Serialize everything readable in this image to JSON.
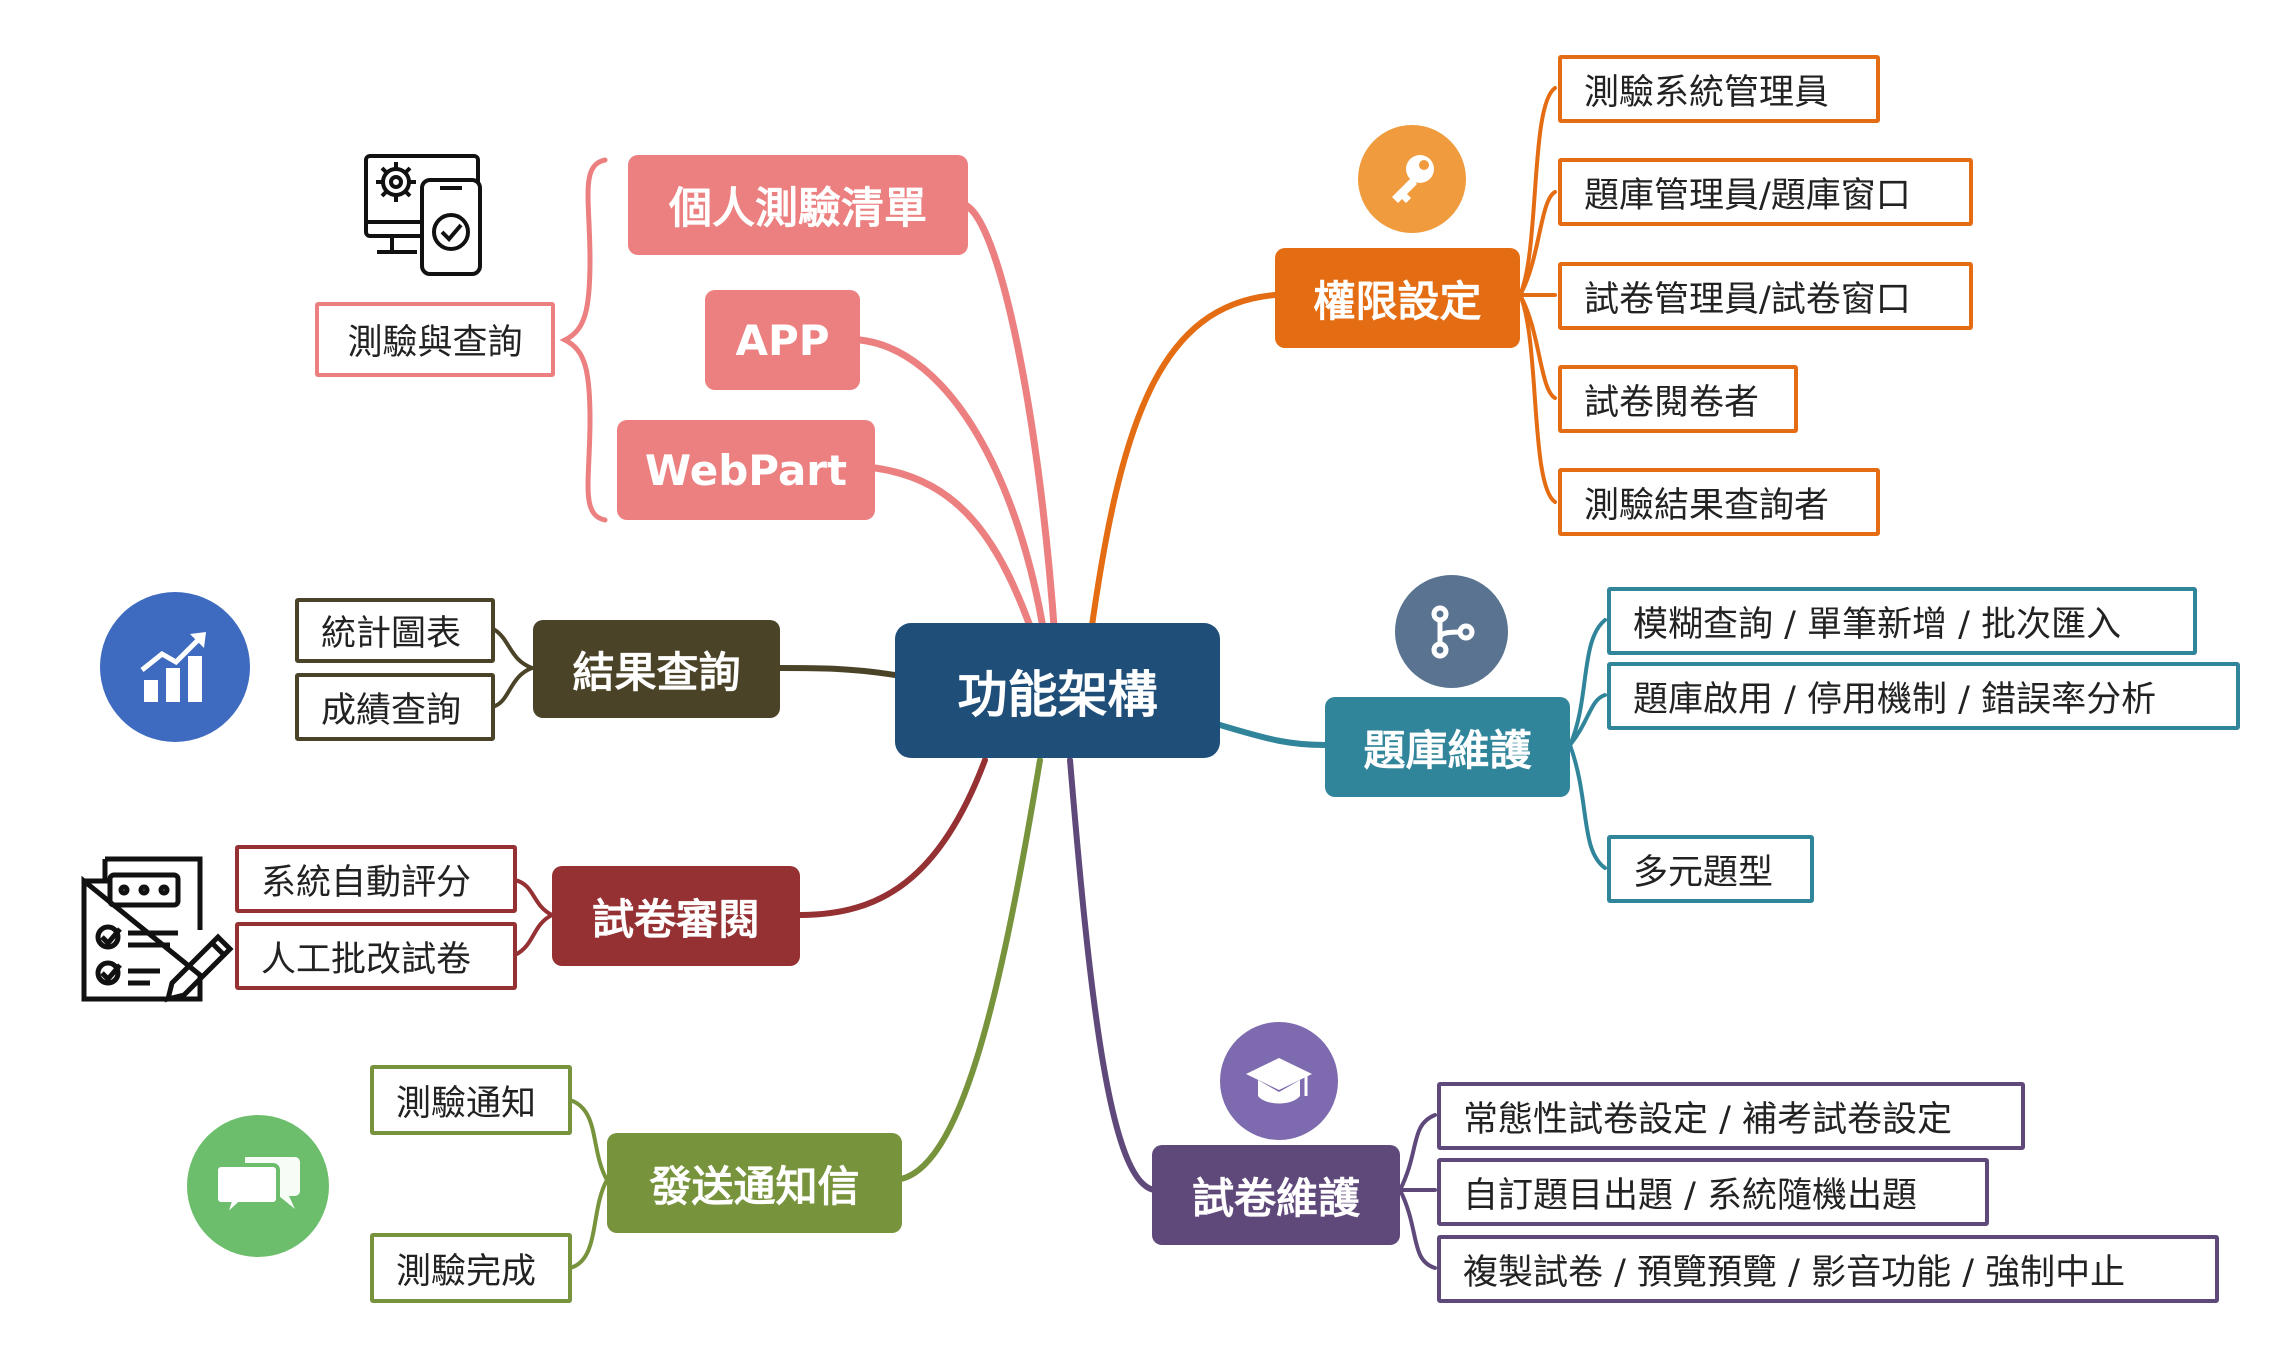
{
  "center": {
    "label": "功能架構",
    "color": "#1F4E79"
  },
  "branches": {
    "personal": {
      "color": "#EC8080",
      "group_label": "測驗與查詢",
      "nodes": [
        "個人測驗清單",
        "APP",
        "WebPart"
      ],
      "icon": "phone-settings-check-icon"
    },
    "permission": {
      "label": "權限設定",
      "color": "#E46C12",
      "icon": "key-icon",
      "icon_color": "#F09B3E",
      "items": [
        "測驗系統管理員",
        "題庫管理員/題庫窗口",
        "試卷管理員/試卷窗口",
        "試卷閱卷者",
        "測驗結果查詢者"
      ]
    },
    "bank": {
      "label": "題庫維護",
      "color": "#31859B",
      "icon": "branch-icon",
      "icon_color": "#5A7390",
      "items": [
        "模糊查詢 / 單筆新增 / 批次匯入",
        "題庫啟用 / 停用機制 / 錯誤率分析",
        "多元題型"
      ]
    },
    "result": {
      "label": "結果查詢",
      "color": "#4A4328",
      "icon": "chart-growth-icon",
      "icon_color": "#3E6AC0",
      "items": [
        "統計圖表",
        "成績查詢"
      ]
    },
    "review": {
      "label": "試卷審閱",
      "color": "#953033",
      "icon": "checklist-pen-icon",
      "items": [
        "系統自動評分",
        "人工批改試卷"
      ]
    },
    "notify": {
      "label": "發送通知信",
      "color": "#77933C",
      "icon": "chat-bubbles-icon",
      "icon_color": "#6CBE6C",
      "items": [
        "測驗通知",
        "測驗完成"
      ]
    },
    "paper": {
      "label": "試卷維護",
      "color": "#5F497A",
      "icon": "graduation-cap-icon",
      "icon_color": "#7E6AAE",
      "items": [
        "常態性試卷設定 / 補考試卷設定",
        "自訂題目出題 / 系統隨機出題",
        "複製試卷 / 預覽預覽 / 影音功能 / 強制中止"
      ]
    }
  }
}
